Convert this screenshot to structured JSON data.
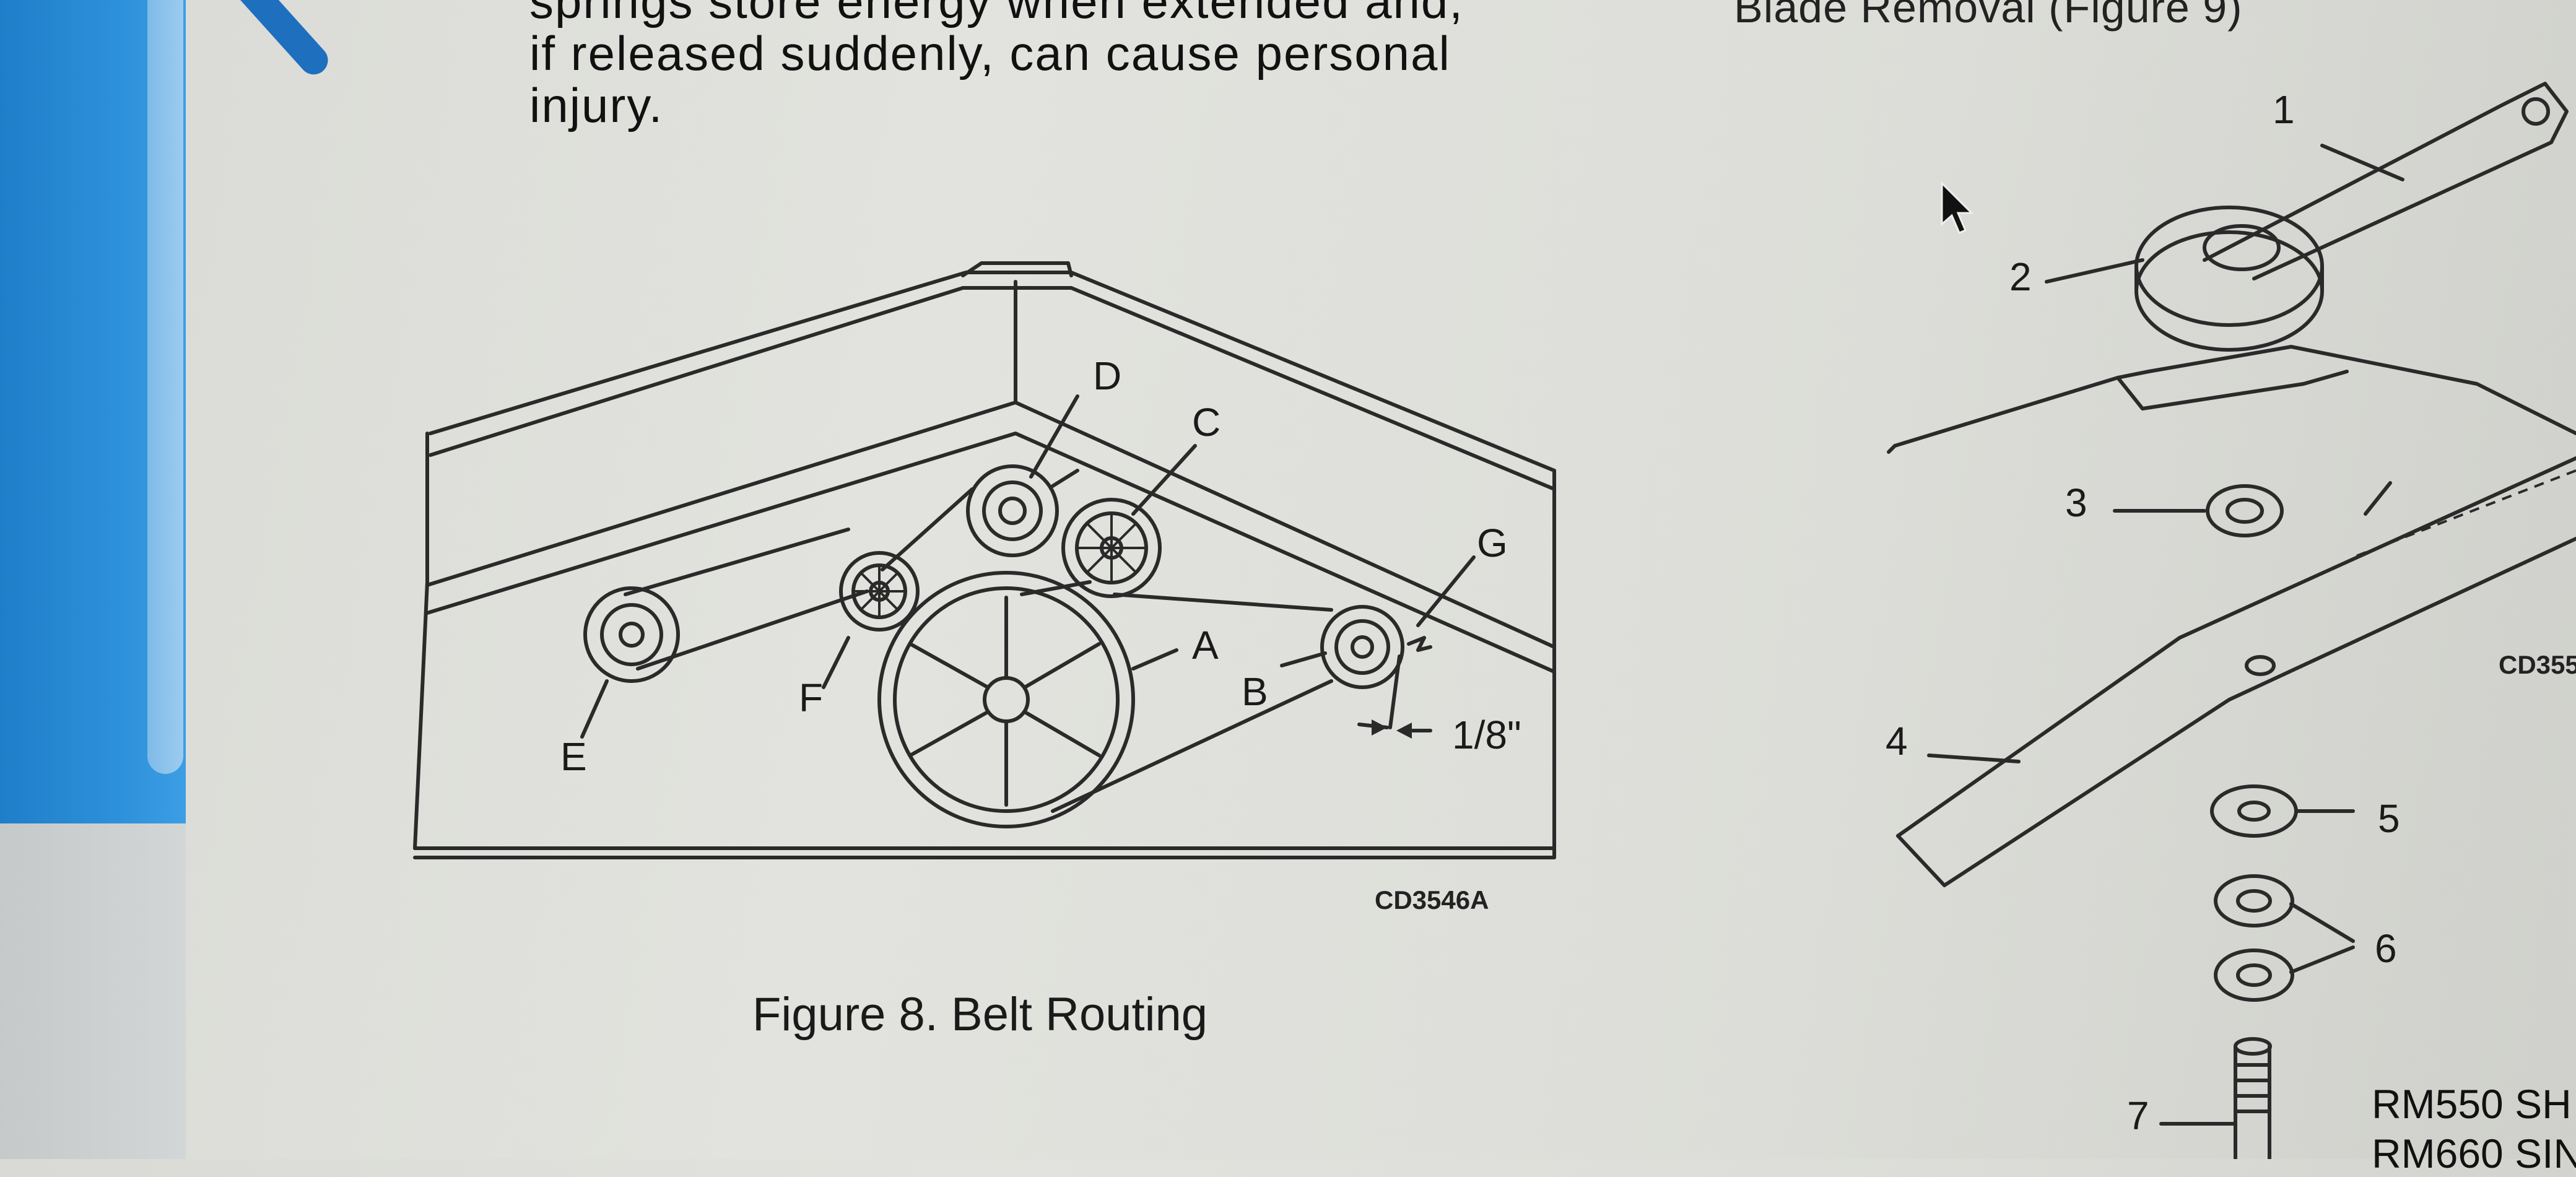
{
  "warning": {
    "line1": "springs store energy when extended and,",
    "line2": "if released suddenly, can cause personal",
    "line3": "injury."
  },
  "figure8": {
    "labels": {
      "a": "A",
      "b": "B",
      "c": "C",
      "d": "D",
      "e": "E",
      "f": "F",
      "g": "G"
    },
    "dimension": "1/8\"",
    "code": "CD3546A",
    "caption": "Figure 8. Belt Routing"
  },
  "figure9": {
    "heading": "Blade Removal (Figure 9)",
    "callouts": {
      "n1": "1",
      "n2": "2",
      "n3": "3",
      "n4": "4",
      "n5": "5",
      "n6": "6",
      "n7": "7"
    },
    "code": "CD355"
  },
  "models": {
    "line1": "RM550 SH",
    "line2": "RM660 SIN"
  }
}
